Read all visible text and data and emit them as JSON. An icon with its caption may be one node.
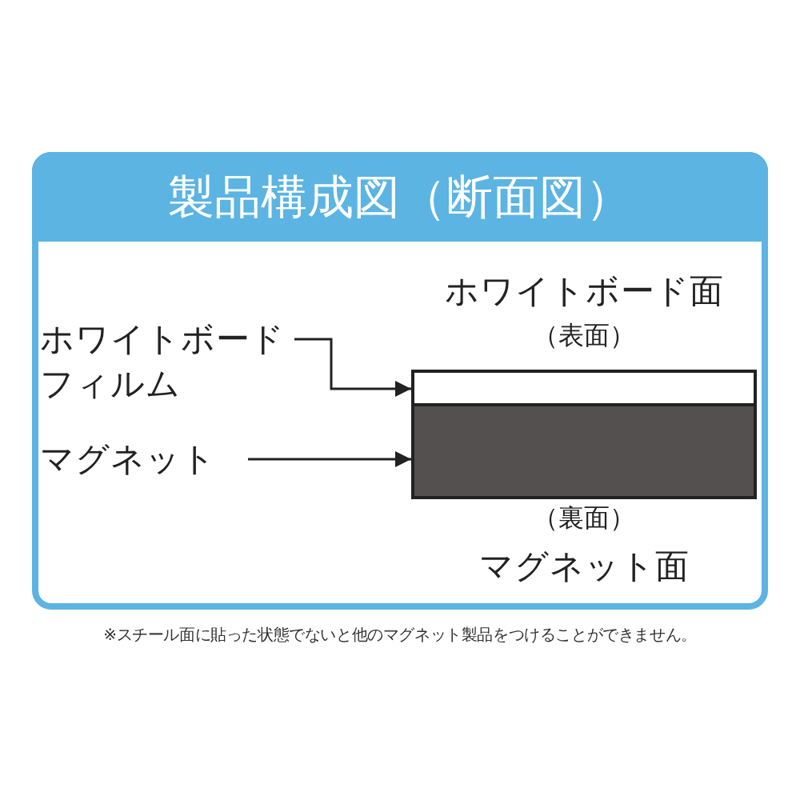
{
  "diagram": {
    "title": "製品構成図（断面図）",
    "caption": "※スチール面に貼った状態でないと他のマグネット製品をつけることができません。",
    "nodes": [
      {
        "text": [
          "ホワイトボードフィルム"
        ]
      },
      {
        "text": [
          "マグネット"
        ]
      },
      {
        "text": [],
        "shape": "box"
      },
      {
        "text": [],
        "shape": "box"
      }
    ],
    "edges": [
      {
        "from": 0,
        "to": 2,
        "arrow": "to"
      },
      {
        "from": 1,
        "to": 3,
        "arrow": "to"
      }
    ],
    "labels": [
      "ホワイトボード面",
      "（表面）",
      "（裏面）",
      "マグネット面"
    ]
  }
}
